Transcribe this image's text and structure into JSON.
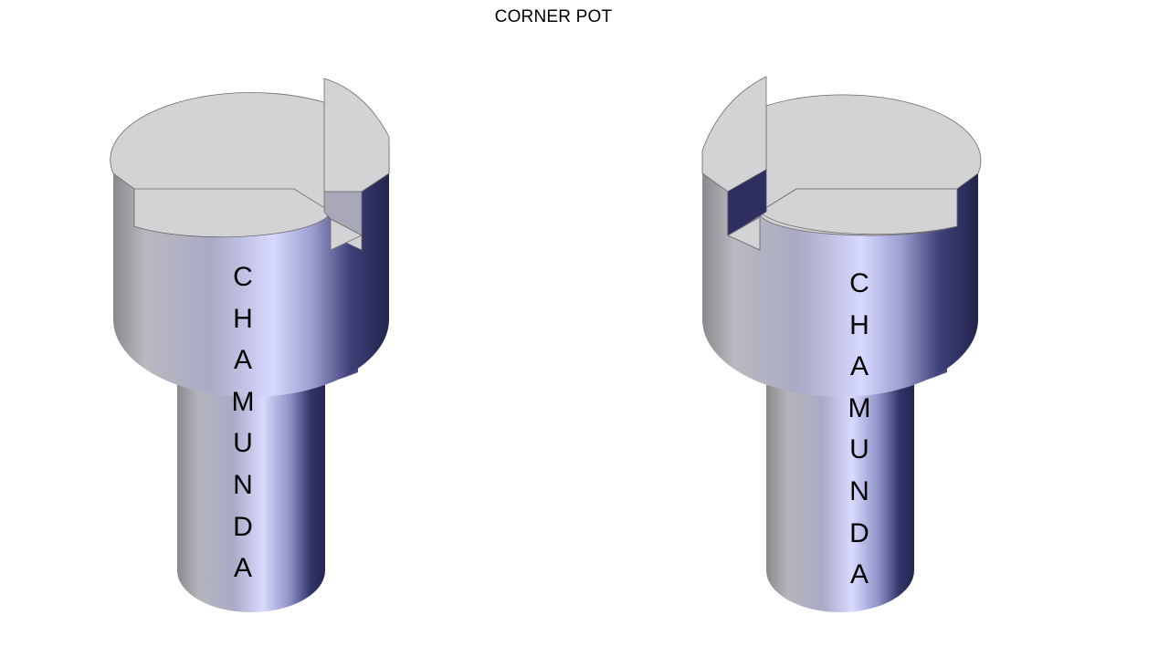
{
  "title": "CORNER POT",
  "parts": [
    {
      "label": "CHAMUNDA"
    },
    {
      "label": "CHAMUNDA"
    }
  ]
}
